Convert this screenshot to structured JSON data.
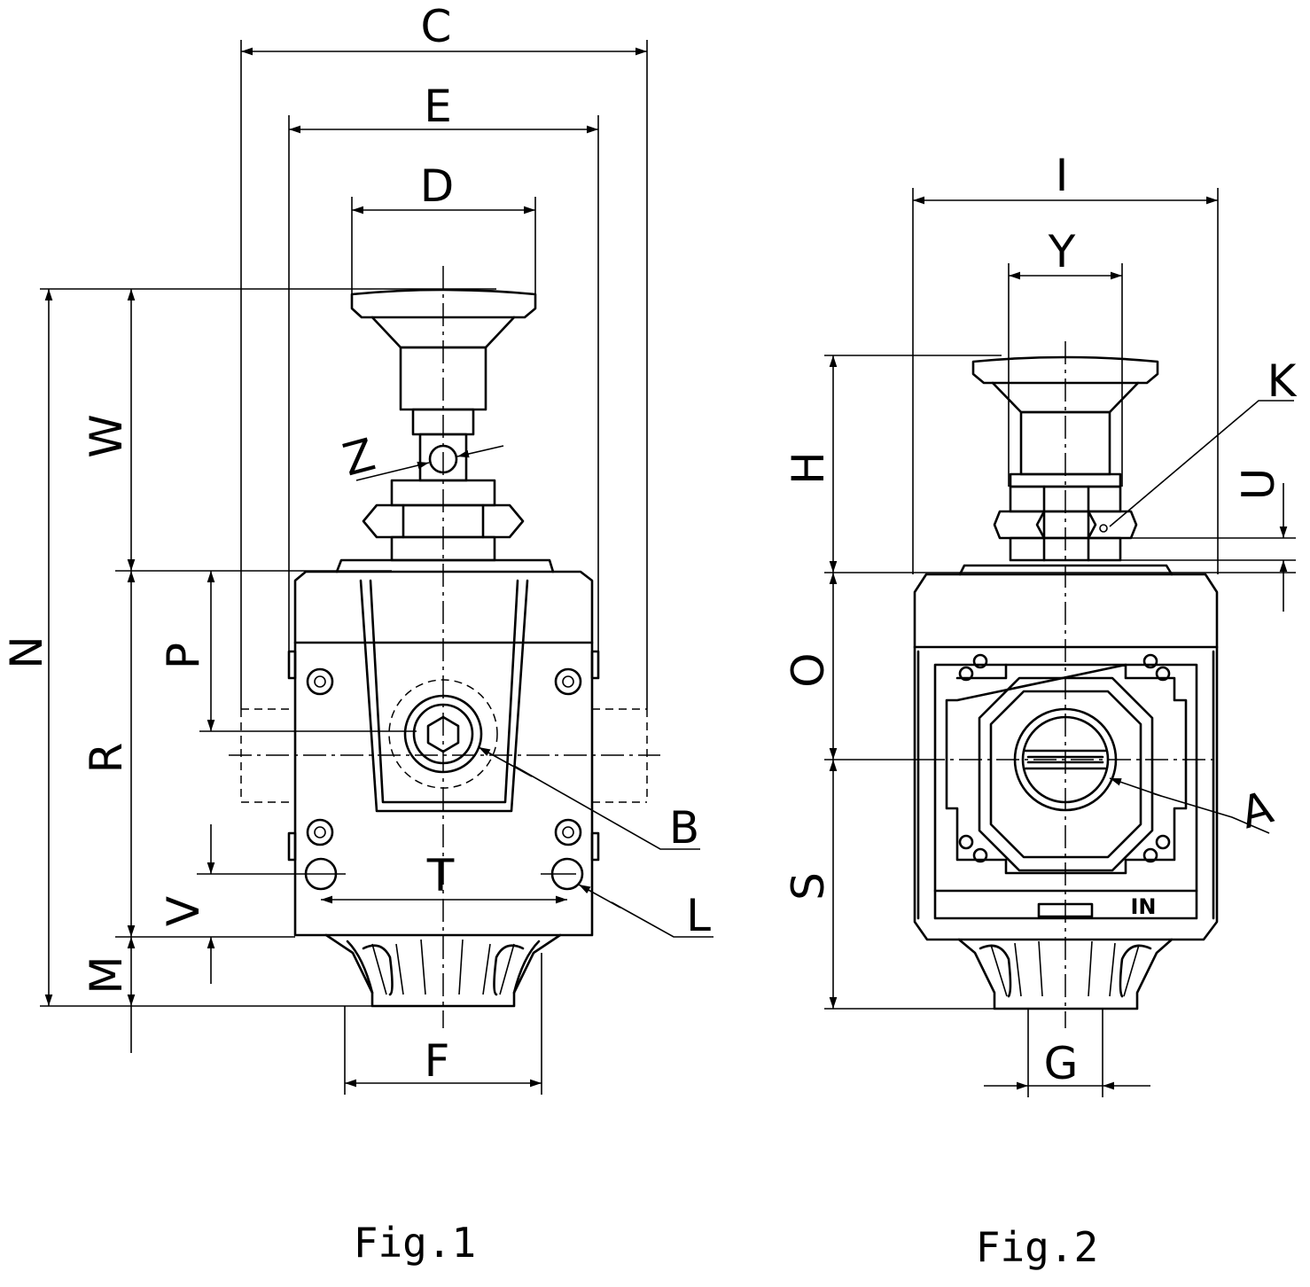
{
  "figures": [
    {
      "id": "fig1",
      "caption": "Fig.1"
    },
    {
      "id": "fig2",
      "caption": "Fig.2"
    }
  ],
  "dimension_labels": {
    "C": "C",
    "E": "E",
    "D": "D",
    "W": "W",
    "Z": "Z",
    "N": "N",
    "P": "P",
    "R": "R",
    "T": "T",
    "V": "V",
    "M": "M",
    "F": "F",
    "B": "B",
    "L": "L",
    "I": "I",
    "Y": "Y",
    "K": "K",
    "H": "H",
    "U": "U",
    "O": "O",
    "A": "A",
    "S": "S",
    "G": "G"
  },
  "port_marking": "IN",
  "colors": {
    "line": "#000000",
    "background": "#ffffff"
  }
}
